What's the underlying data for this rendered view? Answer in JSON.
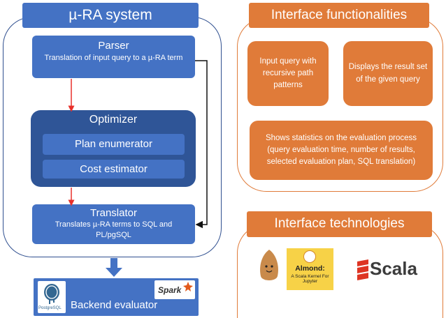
{
  "system": {
    "title": "µ-RA system",
    "parser": {
      "title": "Parser",
      "desc": "Translation of input query to a µ-RA term"
    },
    "optimizer": {
      "title": "Optimizer",
      "plan": "Plan enumerator",
      "cost": "Cost estimator"
    },
    "translator": {
      "title": "Translator",
      "desc": "Translates µ-RA terms to SQL and PL/pgSQL"
    },
    "backend": {
      "title": "Backend evaluator",
      "pg_label": "PostgreSQL",
      "spark_label": "Spark"
    }
  },
  "functionalities": {
    "title": "Interface functionalities",
    "input": "Input query with recursive path patterns",
    "display": "Displays the result set of the given query",
    "stats": "Shows statistics on the evaluation process (query evaluation time, number of results, selected evaluation plan, SQL translation)"
  },
  "technologies": {
    "title": "Interface technologies",
    "almond_title": "Almond:",
    "almond_sub": "A Scala Kernel For Jupyter",
    "scala_label": "Scala"
  },
  "colors": {
    "blue": "#4472c4",
    "dark_blue": "#2f5597",
    "orange": "#e07b39",
    "red_arrow": "#e8302a"
  }
}
